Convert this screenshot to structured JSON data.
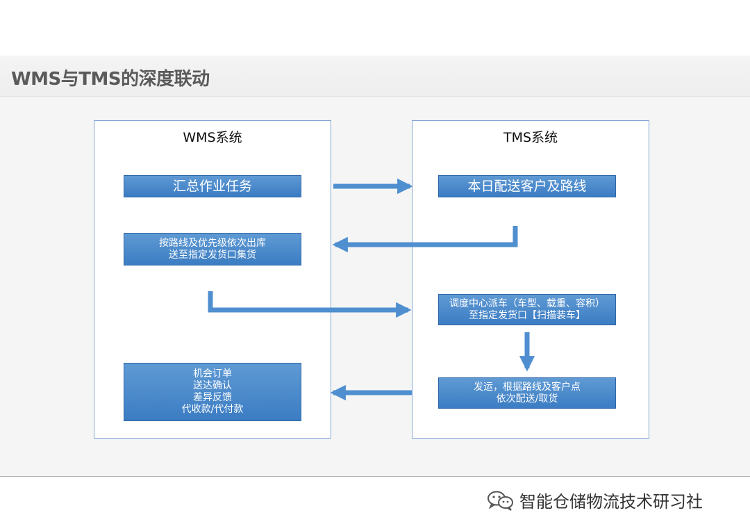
{
  "slide": {
    "title": "WMS与TMS的深度联动"
  },
  "colors": {
    "node_fill": "#4a8acb",
    "node_border": "#2f67a8",
    "connector": "#4f8fd0",
    "panel_border": "#7fa6d6"
  },
  "wms": {
    "title": "WMS系统",
    "nodes": [
      {
        "lines": [
          "汇总作业任务"
        ]
      },
      {
        "lines": [
          "按路线及优先级依次出库",
          "送至指定发货口集货"
        ]
      },
      {
        "lines": [
          "机会订单",
          "送达确认",
          "差异反馈",
          "代收款/代付款"
        ]
      }
    ]
  },
  "tms": {
    "title": "TMS系统",
    "nodes": [
      {
        "lines": [
          "本日配送客户及路线"
        ]
      },
      {
        "lines": [
          "调度中心派车（车型、载重、容积）",
          "至指定发货口【扫描装车】"
        ]
      },
      {
        "lines": [
          "发运，根据路线及客户点",
          "依次配送/取货"
        ]
      }
    ]
  },
  "watermark": {
    "icon": "wechat-icon",
    "text": "智能仓储物流技术研习社"
  }
}
